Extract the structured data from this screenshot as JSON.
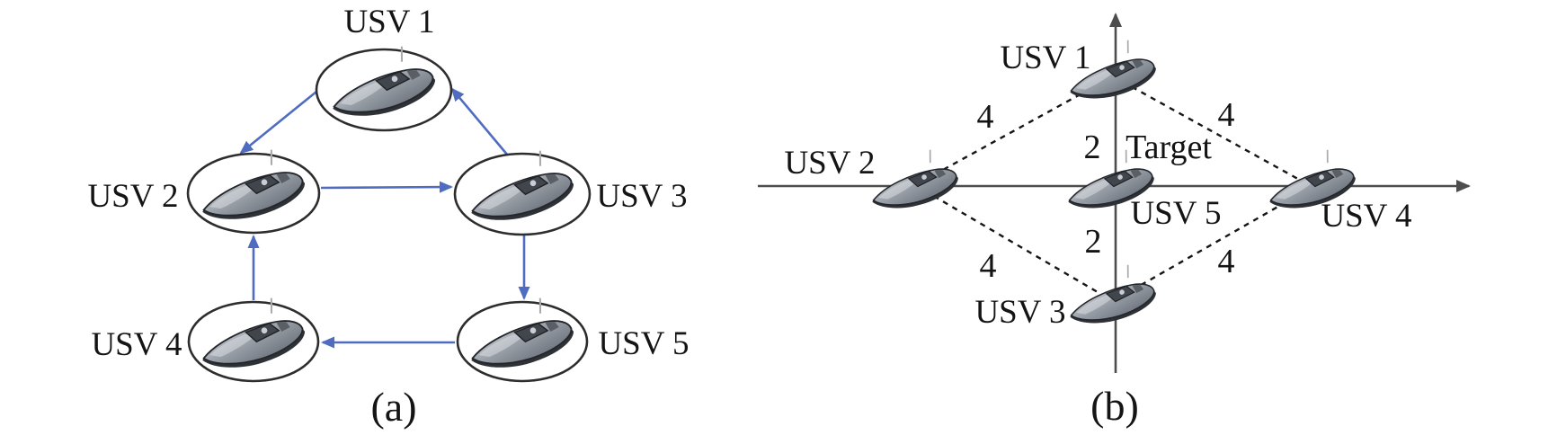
{
  "figure": {
    "panel_a": {
      "caption": "(a)",
      "description": "communication topology",
      "edge_color": "#4f6cc0",
      "nodes": [
        {
          "label": "USV 1"
        },
        {
          "label": "USV 2"
        },
        {
          "label": "USV 3"
        },
        {
          "label": "USV 4"
        },
        {
          "label": "USV 5"
        }
      ],
      "edges": [
        {
          "from": "USV 1",
          "to": "USV 2"
        },
        {
          "from": "USV 3",
          "to": "USV 1"
        },
        {
          "from": "USV 2",
          "to": "USV 3"
        },
        {
          "from": "USV 3",
          "to": "USV 5"
        },
        {
          "from": "USV 5",
          "to": "USV 4"
        },
        {
          "from": "USV 4",
          "to": "USV 2"
        }
      ]
    },
    "panel_b": {
      "caption": "(b)",
      "description": "formation geometry around target",
      "target": {
        "label": "Target",
        "color": "#c41f30"
      },
      "nodes": [
        {
          "label": "USV 1"
        },
        {
          "label": "USV 2"
        },
        {
          "label": "USV 3"
        },
        {
          "label": "USV 4"
        },
        {
          "label": "USV 5"
        }
      ],
      "distance_labels": [
        {
          "edge": "USV2-USV1",
          "value": "4"
        },
        {
          "edge": "USV1-USV4",
          "value": "4"
        },
        {
          "edge": "USV2-USV3",
          "value": "4"
        },
        {
          "edge": "USV3-USV4",
          "value": "4"
        },
        {
          "edge": "USV5-USV1",
          "value": "2"
        },
        {
          "edge": "USV5-USV3",
          "value": "2"
        }
      ]
    }
  }
}
